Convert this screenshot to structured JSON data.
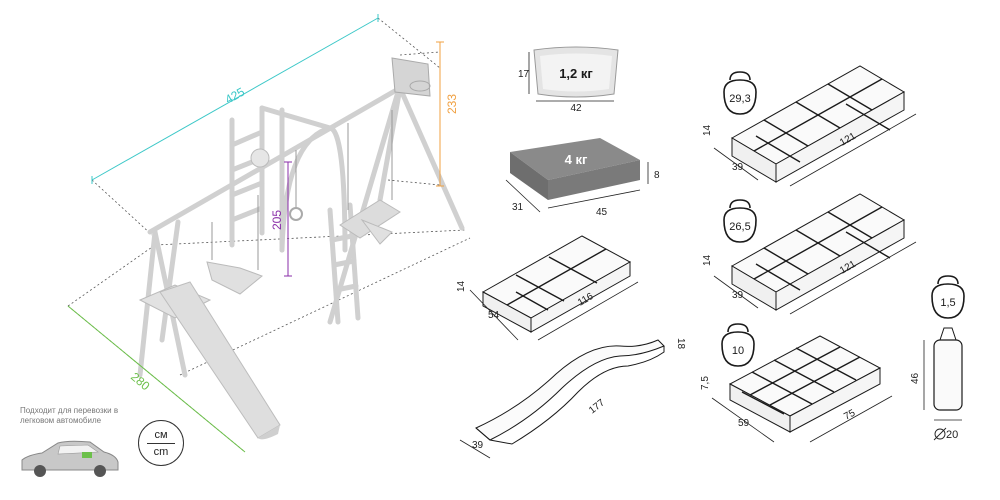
{
  "colors": {
    "width_dim": "#3cc8c8",
    "height_dim": "#f0a040",
    "swing_dim": "#8a2da8",
    "depth_dim": "#6cc04a",
    "outline": "#1a1a1a",
    "frame": "#d0d0d0"
  },
  "playset": {
    "width": "425",
    "height": "233",
    "swing_height": "205",
    "depth": "280"
  },
  "bag": {
    "weight": "1,2 кг",
    "height": "17",
    "width": "42"
  },
  "board": {
    "weight": "4 кг",
    "height": "8",
    "depth": "31",
    "width": "45"
  },
  "pack_small": {
    "height": "14",
    "depth": "54",
    "length": "116"
  },
  "slide_part": {
    "height": "18",
    "width": "39",
    "length": "177"
  },
  "boxes": [
    {
      "weight": "29,3",
      "height": "14",
      "depth": "39",
      "length": "121"
    },
    {
      "weight": "26,5",
      "height": "14",
      "depth": "39",
      "length": "121"
    },
    {
      "weight": "10",
      "height": "7,5",
      "depth": "59",
      "length": "75"
    }
  ],
  "bag_sport": {
    "weight": "1,5",
    "height": "46",
    "diameter": "20"
  },
  "note": "Подходит для перевозки в легковом автомобиле",
  "units": {
    "ru": "см",
    "en": "cm"
  },
  "icons": [
    "kettlebell-icon",
    "car-icon",
    "bag-icon",
    "cardboard-box-icon"
  ]
}
